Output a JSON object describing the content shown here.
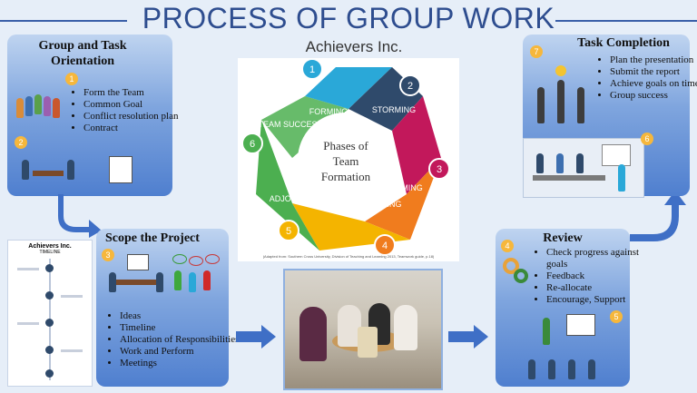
{
  "title": "PROCESS OF GROUP WORK",
  "company": "Achievers Inc.",
  "orientation": {
    "heading": "Group and Task Orientation",
    "badge1": "1",
    "badge2": "2",
    "items": [
      "Form the Team",
      "Common Goal",
      "Conflict resolution plan",
      "Contract"
    ]
  },
  "scope": {
    "heading": "Scope the Project",
    "badge": "3",
    "items": [
      "Ideas",
      "Timeline",
      "Allocation of Responsibilities",
      "Work and Perform",
      "Meetings"
    ]
  },
  "timeline": {
    "title": "Achievers Inc.",
    "subtitle": "TIMELINE"
  },
  "wheel": {
    "center_text": "Phases of Team Formation",
    "phases": [
      {
        "num": "1",
        "label": "FORMING",
        "color": "#2aa8d8"
      },
      {
        "num": "2",
        "label": "STORMING",
        "color": "#2f4a6b"
      },
      {
        "num": "3",
        "label": "NORMING",
        "color": "#c2185b"
      },
      {
        "num": "4",
        "label": "PERFORMING",
        "color": "#f07c1e"
      },
      {
        "num": "5",
        "label": "ADJOURN-ING",
        "color": "#f4b400"
      },
      {
        "num": "6",
        "label": "TEAM SUCCESS",
        "color": "#4caf50"
      }
    ],
    "caption": "(Adapted from: Southern Cross University, Division of Teaching and Learning 2013, Teamwork guide, p.18)"
  },
  "review": {
    "heading": "Review",
    "badge4": "4",
    "badge5": "5",
    "items": [
      "Check progress against goals",
      "Feedback",
      "Re-allocate",
      "Encourage, Support"
    ]
  },
  "completion": {
    "heading": "Task Completion",
    "badge7": "7",
    "badge6": "6",
    "items": [
      "Plan the presentation",
      "Submit the report",
      "Achieve goals on time",
      "Group success"
    ]
  },
  "colors": {
    "title": "#2e4d8f",
    "arrow": "#3f6fc6",
    "badge": "#f6b73c"
  }
}
